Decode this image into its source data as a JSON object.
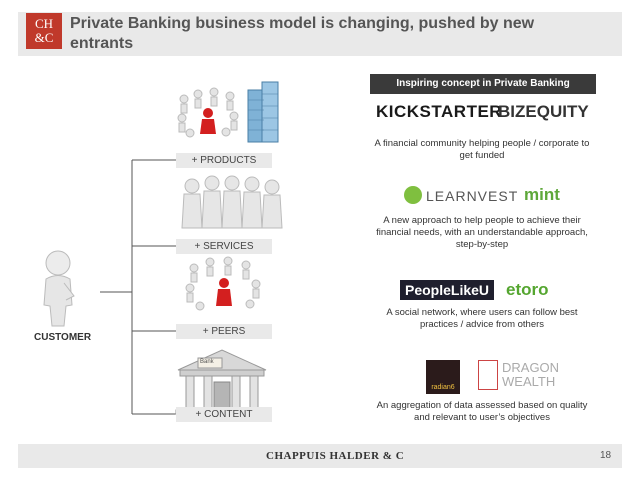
{
  "header": {
    "logo_top": "CH",
    "logo_bottom": "&C",
    "title": "Private Banking business model is changing, pushed by new entrants"
  },
  "customer": {
    "label": "CUSTOMER"
  },
  "branches": [
    {
      "label": "+ PRODUCTS"
    },
    {
      "label": "+ SERVICES"
    },
    {
      "label": "+ PEERS"
    },
    {
      "label": "+ CONTENT"
    }
  ],
  "bank_sign": "Bank",
  "panel": {
    "header": "Inspiring concept  in Private Banking",
    "items": [
      {
        "logos": [
          "KICKSTARTER",
          "BIZEQUITY"
        ],
        "description": "A financial community helping people / corporate to get funded"
      },
      {
        "logos": [
          "LEARNVEST",
          "mint"
        ],
        "description": "A new approach to help people to achieve their financial needs, with an understandable approach, step-by-step"
      },
      {
        "logos": [
          "PeopleLikeU",
          "etoro"
        ],
        "description": "A social network, where users can follow best practices / advice from others"
      },
      {
        "logos": [
          "radian6",
          "DRAGON WEALTH"
        ],
        "description": "An aggregation of data assessed based on quality and relevant to user’s objectives"
      }
    ]
  },
  "footer": {
    "brand": "CHAPPUIS HALDER & C",
    "page": "18"
  },
  "colors": {
    "accent_red": "#c0392b",
    "header_dark": "#3a3a3a",
    "grey_box": "#e9e9e9",
    "kickstarter_green": "#2bde73",
    "mint_green": "#5ea83a"
  }
}
